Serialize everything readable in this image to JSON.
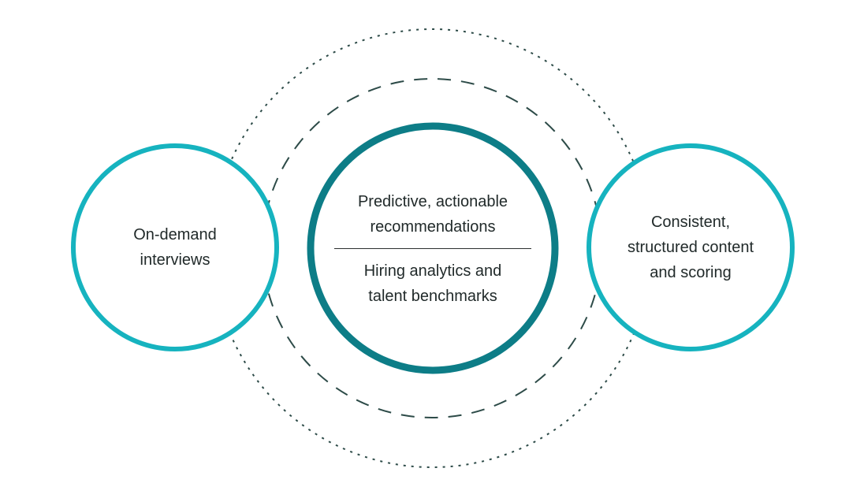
{
  "diagram": {
    "left_circle": {
      "label": "On-demand interviews",
      "lines": [
        "On-demand",
        "interviews"
      ]
    },
    "center_circle": {
      "top_label": "Predictive, actionable recommendations",
      "top_lines": [
        "Predictive, actionable",
        "recommendations"
      ],
      "bottom_label": "Hiring analytics and talent benchmarks",
      "bottom_lines": [
        "Hiring analytics and",
        "talent benchmarks"
      ]
    },
    "right_circle": {
      "label": "Consistent, structured content and scoring",
      "lines": [
        "Consistent,",
        "structured content",
        "and scoring"
      ]
    },
    "colors": {
      "outer_ring": "#16b3bf",
      "center_ring": "#0d7d87",
      "dashed_ring": "#2d4b48",
      "text": "#212a2a",
      "background": "#ffffff"
    }
  }
}
